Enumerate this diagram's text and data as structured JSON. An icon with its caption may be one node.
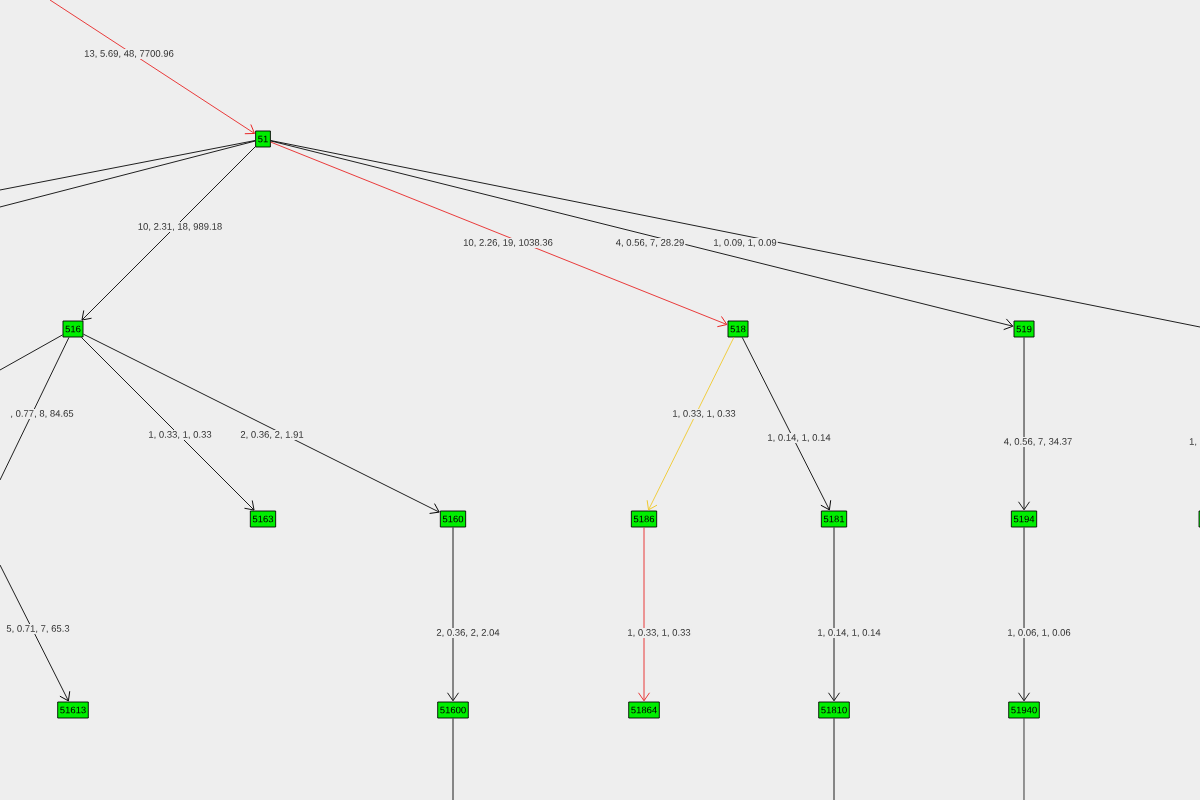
{
  "diagram": {
    "nodes": [
      {
        "text": [
          "51"
        ]
      },
      {
        "text": [
          "516"
        ]
      },
      {
        "text": [
          "518"
        ]
      },
      {
        "text": [
          "519"
        ]
      },
      {
        "text": [
          "5163"
        ]
      },
      {
        "text": [
          "5160"
        ]
      },
      {
        "text": [
          "5186"
        ]
      },
      {
        "text": [
          "5181"
        ]
      },
      {
        "text": [
          "5194"
        ]
      },
      {
        "text": [
          "51613"
        ]
      },
      {
        "text": [
          "51600"
        ]
      },
      {
        "text": [
          "51864"
        ]
      },
      {
        "text": [
          "51810"
        ]
      },
      {
        "text": [
          "51940"
        ]
      },
      {
        "text": [],
        "shape": "box"
      }
    ],
    "edges": [
      {
        "from": null,
        "to": 0,
        "arrow": "to",
        "color": "#e82020",
        "label": "13, 5.69, 48, 7700.96"
      },
      {
        "from": 0,
        "to": null,
        "arrow": "none"
      },
      {
        "from": 0,
        "to": null,
        "arrow": "none"
      },
      {
        "from": 0,
        "to": 1,
        "arrow": "to",
        "label": "10, 2.31, 18, 989.18"
      },
      {
        "from": 0,
        "to": 2,
        "arrow": "to",
        "color": "#e82020",
        "label": "10, 2.26, 19, 1038.36"
      },
      {
        "from": 0,
        "to": 3,
        "arrow": "to",
        "label": "4, 0.56, 7, 28.29"
      },
      {
        "from": 0,
        "to": null,
        "arrow": "none",
        "label": "1, 0.09, 1, 0.09"
      },
      {
        "from": 1,
        "to": null,
        "arrow": "none"
      },
      {
        "from": 1,
        "to": null,
        "arrow": "none",
        "label": ", 0.77, 8, 84.65"
      },
      {
        "from": null,
        "to": 9,
        "arrow": "to",
        "label": "5, 0.71, 7, 65.3"
      },
      {
        "from": 1,
        "to": 4,
        "arrow": "to",
        "label": "1, 0.33, 1, 0.33"
      },
      {
        "from": 1,
        "to": 5,
        "arrow": "to",
        "label": "2, 0.36, 2, 1.91"
      },
      {
        "from": 2,
        "to": 6,
        "arrow": "to",
        "color": "#f0c828",
        "label": "1, 0.33, 1, 0.33"
      },
      {
        "from": 2,
        "to": 7,
        "arrow": "to",
        "label": "1, 0.14, 1, 0.14"
      },
      {
        "from": 3,
        "to": 8,
        "arrow": "to",
        "label": "4, 0.56, 7, 34.37"
      },
      {
        "from": 5,
        "to": 10,
        "arrow": "to",
        "label": "2, 0.36, 2, 2.04"
      },
      {
        "from": 6,
        "to": 11,
        "arrow": "to",
        "color": "#e82020",
        "label": "1, 0.33, 1, 0.33"
      },
      {
        "from": 7,
        "to": 12,
        "arrow": "to",
        "label": "1, 0.14, 1, 0.14"
      },
      {
        "from": 8,
        "to": 13,
        "arrow": "to",
        "label": "1, 0.06, 1, 0.06"
      },
      {
        "from": 10,
        "to": null,
        "arrow": "none"
      },
      {
        "from": 12,
        "to": null,
        "arrow": "none"
      },
      {
        "from": 13,
        "to": null,
        "arrow": "none"
      }
    ],
    "labels": [
      "1,"
    ]
  }
}
